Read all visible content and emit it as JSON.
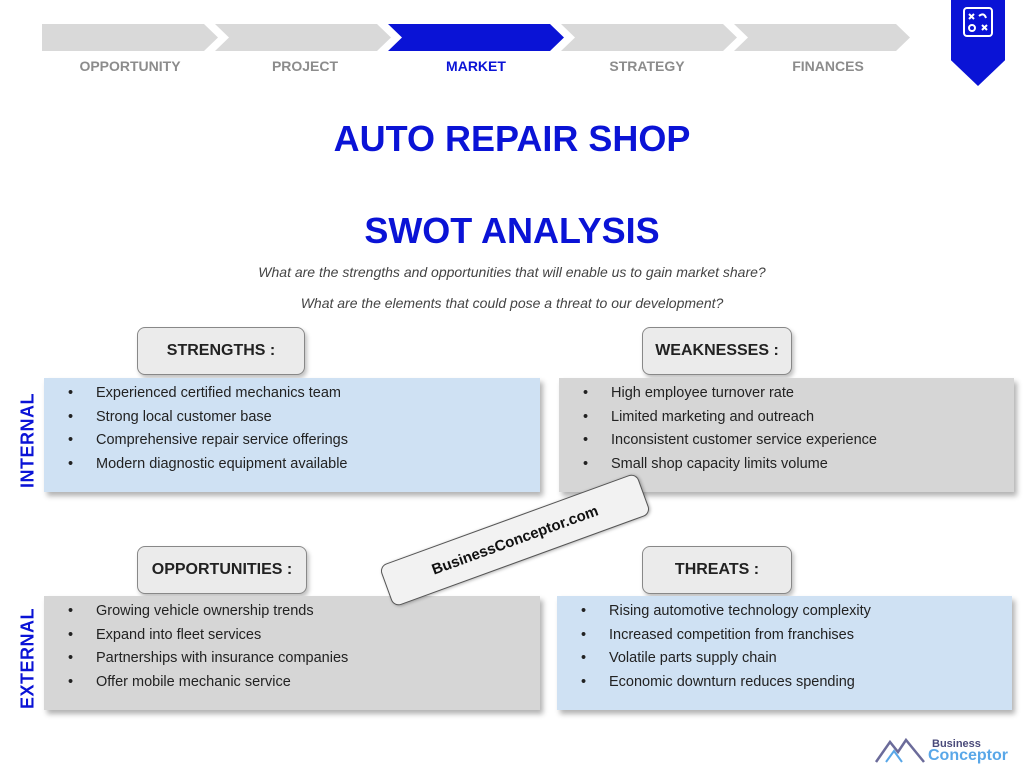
{
  "steps": [
    {
      "label": "OPPORTUNITY",
      "active": false
    },
    {
      "label": "PROJECT",
      "active": false
    },
    {
      "label": "MARKET",
      "active": true
    },
    {
      "label": "STRATEGY",
      "active": false
    },
    {
      "label": "FINANCES",
      "active": false
    }
  ],
  "title": "AUTO REPAIR SHOP",
  "subtitle": "SWOT ANALYSIS",
  "questions": {
    "q1": "What are the strengths and opportunities that will enable us to gain market share?",
    "q2": "What are the elements that could pose a threat to our development?"
  },
  "side_labels": {
    "internal": "INTERNAL",
    "external": "EXTERNAL"
  },
  "strengths": {
    "label": "STRENGTHS :",
    "items": [
      "Experienced certified mechanics team",
      "Strong local customer base",
      "Comprehensive repair service offerings",
      "Modern diagnostic equipment available"
    ]
  },
  "weaknesses": {
    "label": "WEAKNESSES :",
    "items": [
      "High employee turnover rate",
      "Limited marketing and outreach",
      "Inconsistent customer service experience",
      "Small shop capacity limits volume"
    ]
  },
  "opportunities": {
    "label": "OPPORTUNITIES :",
    "items": [
      "Growing vehicle ownership trends",
      "Expand into fleet services",
      "Partnerships with insurance companies",
      "Offer mobile mechanic service"
    ]
  },
  "threats": {
    "label": "THREATS :",
    "items": [
      "Rising automotive technology complexity",
      "Increased competition from franchises",
      "Volatile parts supply chain",
      "Economic downturn reduces spending"
    ]
  },
  "watermark": "BusinessConceptor.com",
  "logo": {
    "line1": "Business",
    "line2": "Conceptor"
  },
  "colors": {
    "accent": "#0a13d6",
    "blue_panel": "#cfe1f3",
    "gray_panel": "#d6d6d6"
  }
}
